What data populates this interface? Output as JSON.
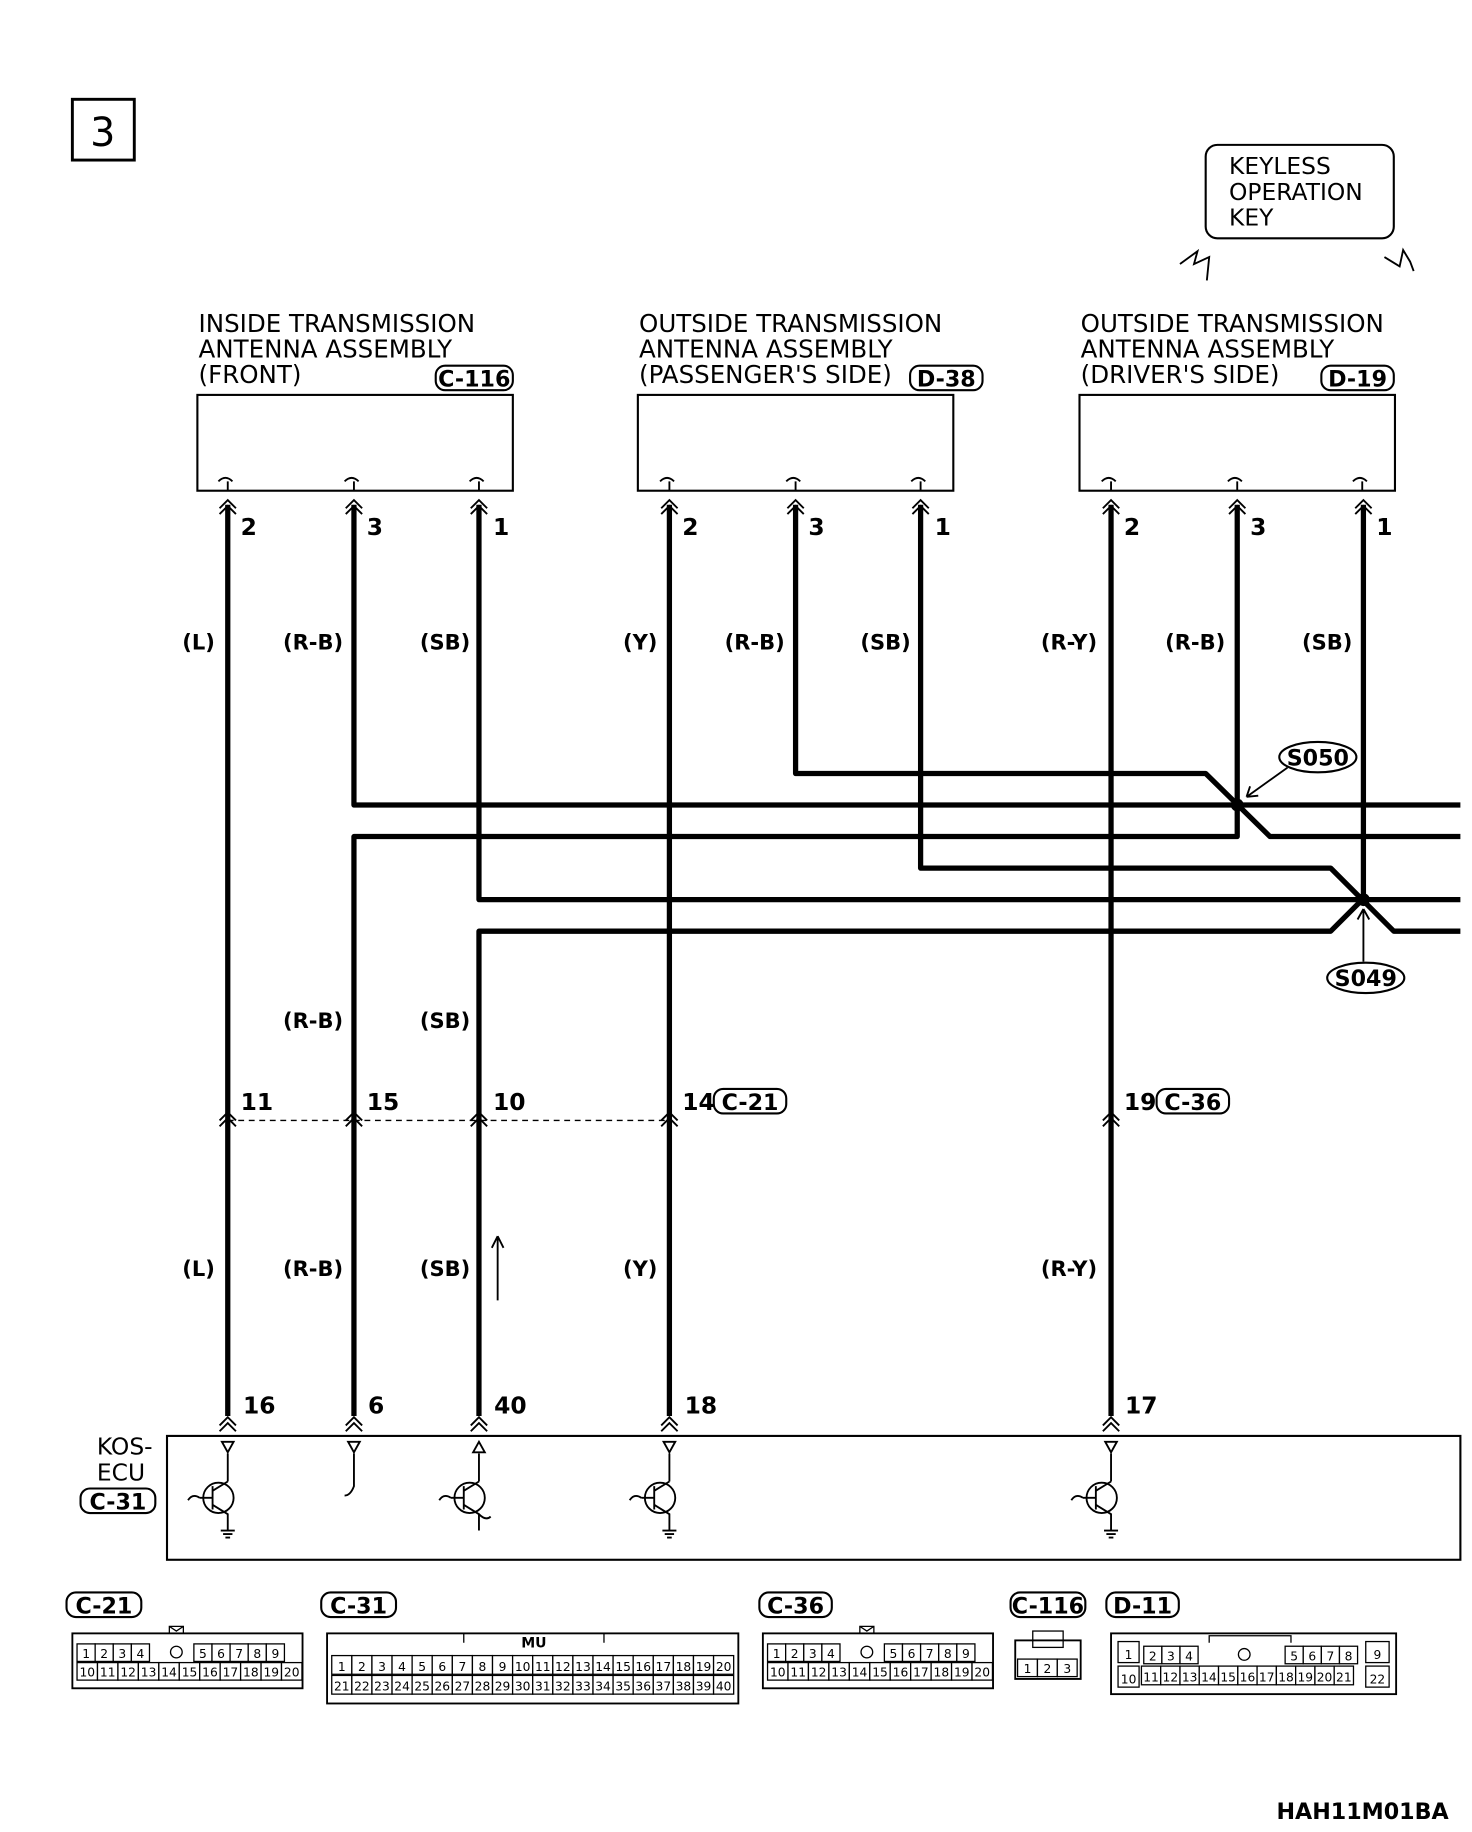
{
  "section_number": "3",
  "keyless_key": {
    "lines": [
      "KEYLESS",
      "OPERATION",
      "KEY"
    ]
  },
  "antennas": [
    {
      "lines": [
        "INSIDE TRANSMISSION",
        "ANTENNA ASSEMBLY",
        "(FRONT)"
      ],
      "connector": "C-116",
      "pins": [
        "2",
        "3",
        "1"
      ]
    },
    {
      "lines": [
        "OUTSIDE TRANSMISSION",
        "ANTENNA ASSEMBLY",
        "(PASSENGER'S SIDE)"
      ],
      "connector": "D-38",
      "pins": [
        "2",
        "3",
        "1"
      ]
    },
    {
      "lines": [
        "OUTSIDE TRANSMISSION",
        "ANTENNA ASSEMBLY",
        "(DRIVER'S SIDE)"
      ],
      "connector": "D-19",
      "pins": [
        "2",
        "3",
        "1"
      ]
    }
  ],
  "wire_colors_upper": [
    "(L)",
    "(R-B)",
    "(SB)",
    "(Y)",
    "(R-B)",
    "(SB)",
    "(R-Y)",
    "(R-B)",
    "(SB)"
  ],
  "wire_colors_mid": [
    "(R-B)",
    "(SB)"
  ],
  "wire_colors_lower": [
    "(L)",
    "(R-B)",
    "(SB)",
    "(Y)",
    "(R-Y)"
  ],
  "splices": [
    "S050",
    "S049"
  ],
  "junction_pins": [
    "11",
    "15",
    "10",
    "14",
    "19"
  ],
  "junction_connectors": [
    "C-21",
    "C-36"
  ],
  "ecu": {
    "lines": [
      "KOS-",
      "ECU"
    ],
    "connector": "C-31",
    "pins": [
      "16",
      "6",
      "40",
      "18",
      "17"
    ]
  },
  "connector_views": [
    {
      "name": "C-21",
      "top_row": [
        "1",
        "2",
        "3",
        "4",
        "5",
        "6",
        "7",
        "8",
        "9"
      ],
      "bottom_row": [
        "10",
        "11",
        "12",
        "13",
        "14",
        "15",
        "16",
        "17",
        "18",
        "19",
        "20"
      ]
    },
    {
      "name": "C-31",
      "key_label": "MU",
      "top_row": [
        "1",
        "2",
        "3",
        "4",
        "5",
        "6",
        "7",
        "8",
        "9",
        "10",
        "11",
        "12",
        "13",
        "14",
        "15",
        "16",
        "17",
        "18",
        "19",
        "20"
      ],
      "bottom_row": [
        "21",
        "22",
        "23",
        "24",
        "25",
        "26",
        "27",
        "28",
        "29",
        "30",
        "31",
        "32",
        "33",
        "34",
        "35",
        "36",
        "37",
        "38",
        "39",
        "40"
      ]
    },
    {
      "name": "C-36",
      "top_row": [
        "1",
        "2",
        "3",
        "4",
        "5",
        "6",
        "7",
        "8",
        "9"
      ],
      "bottom_row": [
        "10",
        "11",
        "12",
        "13",
        "14",
        "15",
        "16",
        "17",
        "18",
        "19",
        "20"
      ]
    },
    {
      "name": "C-116",
      "top_row": [
        "1",
        "2",
        "3"
      ],
      "bottom_row": []
    },
    {
      "name": "D-11",
      "top_row": [
        "1",
        "2",
        "3",
        "4",
        "5",
        "6",
        "7",
        "8",
        "9"
      ],
      "bottom_row": [
        "10",
        "11",
        "12",
        "13",
        "14",
        "15",
        "16",
        "17",
        "18",
        "19",
        "20",
        "21",
        "22"
      ]
    }
  ],
  "figure_code": "HAH11M01BA"
}
